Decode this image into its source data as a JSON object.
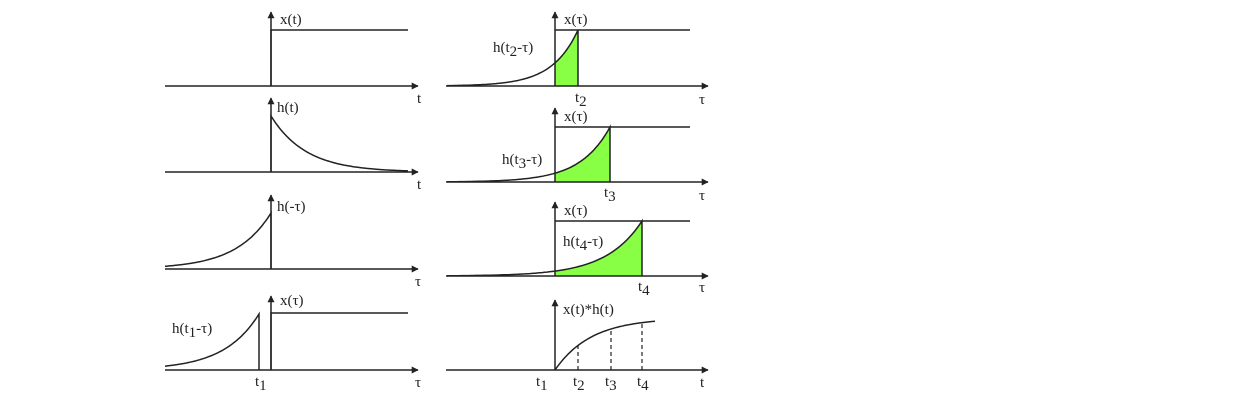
{
  "panels": {
    "p1": {
      "ylabel": "x(t)",
      "xlabel": "t"
    },
    "p2": {
      "ylabel": "h(t)",
      "xlabel": "t"
    },
    "p3": {
      "ylabel": "h(-τ)",
      "xlabel": "τ"
    },
    "p4": {
      "ylabel": "x(τ)",
      "curve_label_pre": "h(t",
      "curve_label_sub": "1",
      "curve_label_post": "-τ)",
      "xlabel": "τ",
      "tick_main": "t",
      "tick_sub": "1"
    },
    "p5": {
      "ylabel": "x(τ)",
      "curve_label_pre": "h(t",
      "curve_label_sub": "2",
      "curve_label_post": "-τ)",
      "xlabel": "τ",
      "tick_main": "t",
      "tick_sub": "2"
    },
    "p6": {
      "ylabel": "x(τ)",
      "curve_label_pre": "h(t",
      "curve_label_sub": "3",
      "curve_label_post": "-τ)",
      "xlabel": "τ",
      "tick_main": "t",
      "tick_sub": "3"
    },
    "p7": {
      "ylabel": "x(τ)",
      "curve_label_pre": "h(t",
      "curve_label_sub": "4",
      "curve_label_post": "-τ)",
      "xlabel": "τ",
      "tick_main": "t",
      "tick_sub": "4"
    },
    "p8": {
      "ylabel": "x(t)*h(t)",
      "xlabel": "t",
      "ticks": [
        {
          "main": "t",
          "sub": "1"
        },
        {
          "main": "t",
          "sub": "2"
        },
        {
          "main": "t",
          "sub": "3"
        },
        {
          "main": "t",
          "sub": "4"
        }
      ]
    }
  },
  "colors": {
    "overlap_fill": "#88ff44",
    "ink": "#222222"
  }
}
